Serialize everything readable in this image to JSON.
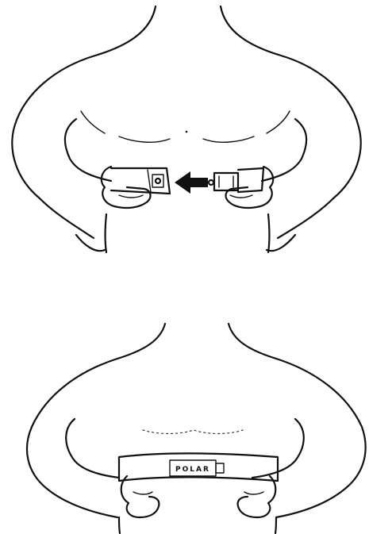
{
  "figures": [
    {
      "id": "fasten-connector"
    },
    {
      "id": "strap-fastened",
      "strap_brand_text": "POLAR"
    }
  ]
}
